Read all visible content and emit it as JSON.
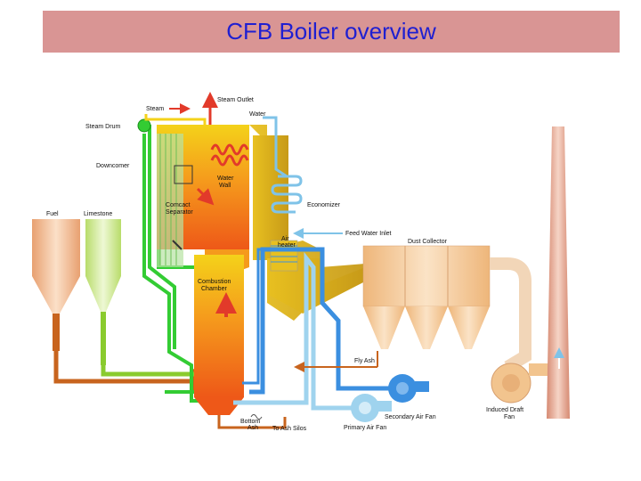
{
  "title": "CFB Boiler overview",
  "labels": {
    "steam": "Steam",
    "steam_outlet": "Steam Outlet",
    "water": "Water",
    "steam_drum": "Steam Drum",
    "downcomer": "Downcomer",
    "water_wall_1": "Water",
    "water_wall_2": "Wall",
    "fuel": "Fuel",
    "limestone": "Limestone",
    "compact_1": "Comcact",
    "compact_2": "Separator",
    "economizer": "Economizer",
    "feed_water_inlet": "Feed Water Inlet",
    "air_heater_1": "Air",
    "air_heater_2": "heater",
    "dust_collector": "Dust Collector",
    "combustion_1": "Combustion",
    "combustion_2": "Chamber",
    "fly_ash": "Fly Ash",
    "secondary_air_fan": "Secondary Air Fan",
    "induced_1": "Induced Draft",
    "induced_2": "Fan",
    "bottom_1": "Bottom",
    "bottom_2": "Ash",
    "to_ash_silos": "To Ash Silos",
    "primary_air_fan": "Primary Air Fan"
  },
  "colors": {
    "title_band": "#d99594",
    "title_text": "#1f1fd1",
    "furnace": "#f08a1a",
    "green_pipe": "#33cc33",
    "blue_pipe": "#3b8fe0",
    "light_blue_pipe": "#9fd3ee",
    "duct": "#d8a21a",
    "ash_pipe": "#c8641e",
    "dust_collector": "#f2c48e",
    "chimney": "#d98f7a"
  }
}
